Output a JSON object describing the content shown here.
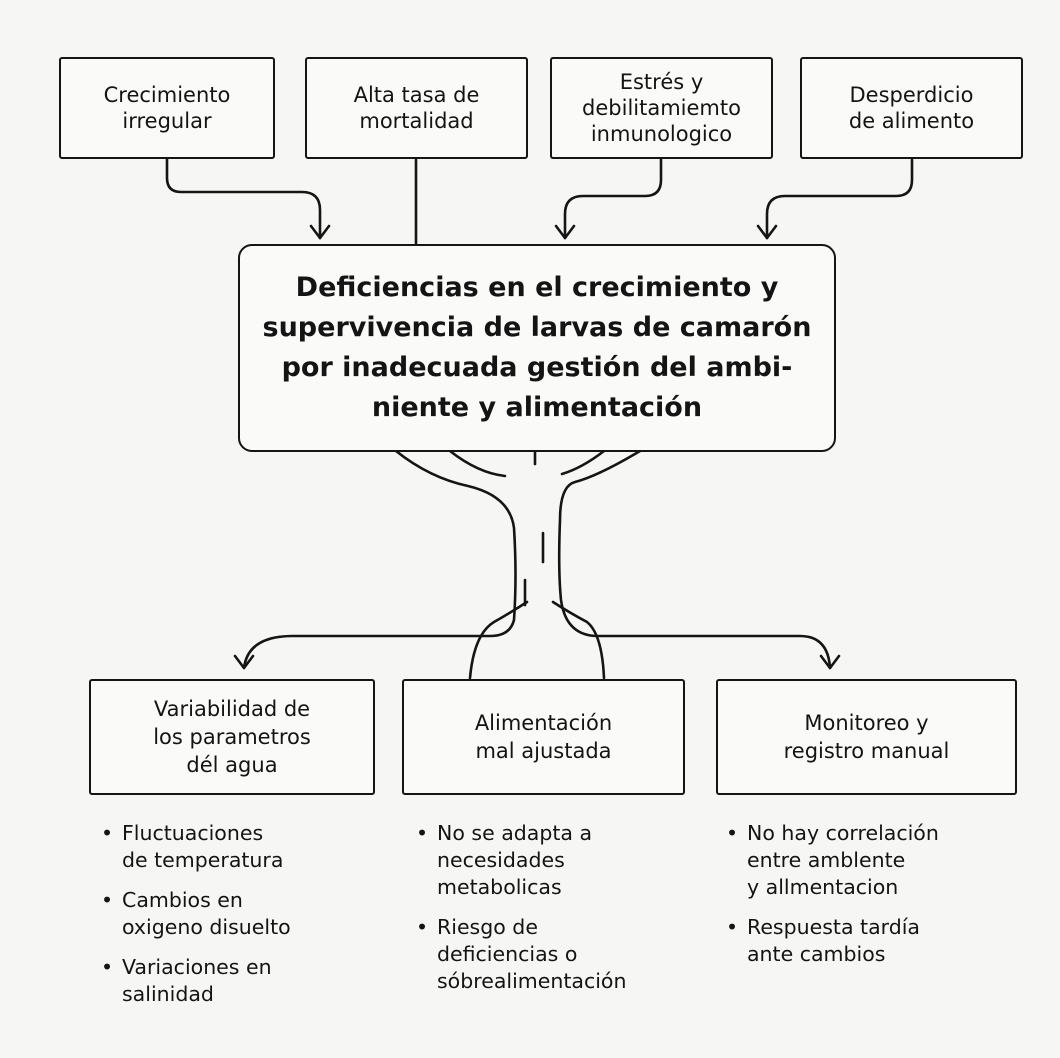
{
  "effects": [
    {
      "id": "effect-crecimiento-irregular",
      "text": "Crecimiento\nirregular"
    },
    {
      "id": "effect-alta-mortalidad",
      "text": "Alta tasa de\nmortalidad"
    },
    {
      "id": "effect-estres",
      "text": "Estrés y\ndebilitamiemto\ninmunologico"
    },
    {
      "id": "effect-desperdicio",
      "text": "Desperdicio\nde alimento"
    }
  ],
  "problem": {
    "text": "Deficiencias en el crecimiento y\nsupervivencia de larvas de camarón\n  por inadecuada gestión del ambi-\nniente y alimentación"
  },
  "causes": [
    {
      "id": "cause-variabilidad",
      "title": "Variabilidad de\nlos parametros\ndél agua",
      "bullets": [
        "Fluctuaciones\nde temperatura",
        "Cambios en\noxigeno disuelto",
        "Variaciones en\nsalinidad"
      ]
    },
    {
      "id": "cause-alimentacion",
      "title": "Alimentación\nmal ajustada",
      "bullets": [
        "No se adapta a\nnecesidades\nmetabolicas",
        "Riesgo de\ndeficiencias o\nsóbrealimentación"
      ]
    },
    {
      "id": "cause-monitoreo",
      "title": "Monitoreo y\nregistro manual",
      "bullets": [
        "No hay correlación\nentre amblente\ny allmentacion",
        "Respuesta tardía\nante cambios"
      ]
    }
  ],
  "bullet_glyph": "•",
  "colors": {
    "stroke": "#151515",
    "background": "#f6f6f4",
    "box_fill": "#fafaf8"
  }
}
